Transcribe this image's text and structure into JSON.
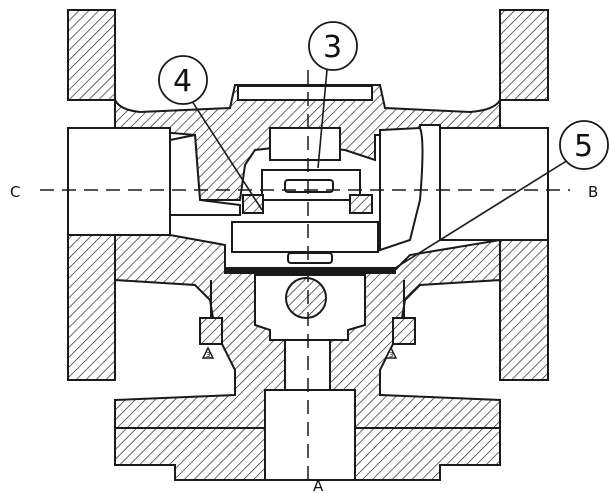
{
  "diagram": {
    "ports": {
      "left": "C",
      "right": "B",
      "bottom": "A"
    },
    "callouts": [
      "3",
      "4",
      "5"
    ],
    "markers": [
      "3",
      "3"
    ],
    "colors": {
      "ink": "#1a1a1a",
      "paper": "#ffffff"
    }
  }
}
